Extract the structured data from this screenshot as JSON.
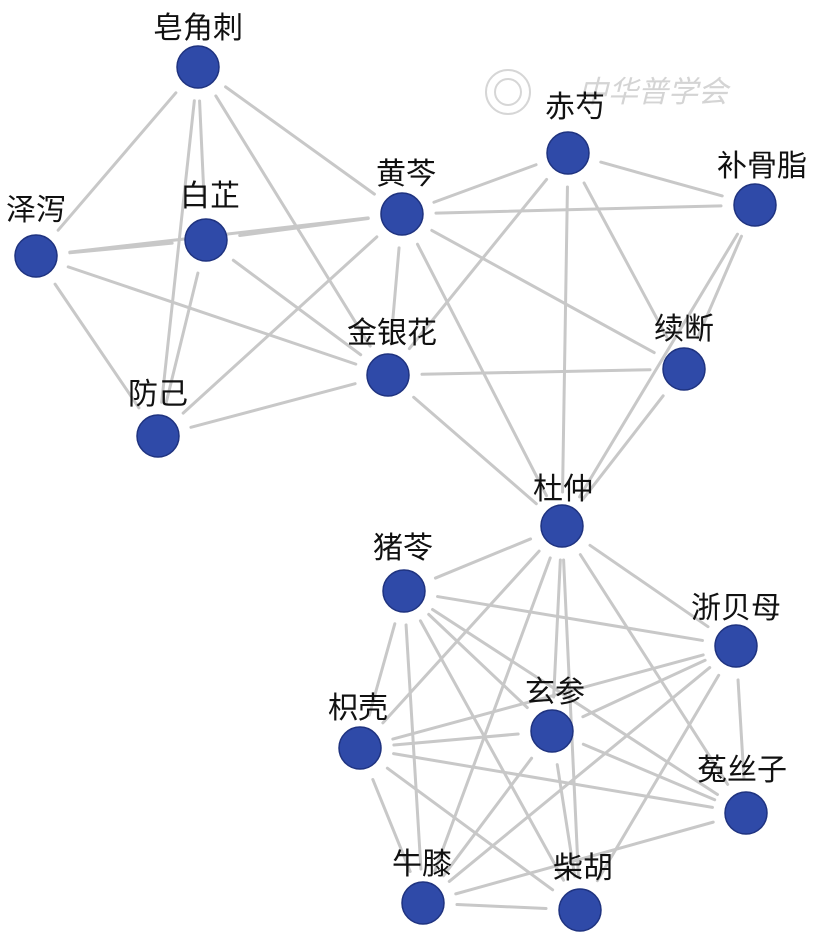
{
  "watermark": {
    "text": "中华普学会"
  },
  "nodes": [
    {
      "id": "zaojiaoci",
      "label": "皂角刺"
    },
    {
      "id": "zexie",
      "label": "泽泻"
    },
    {
      "id": "baizhi",
      "label": "白芷"
    },
    {
      "id": "huangqin",
      "label": "黄芩"
    },
    {
      "id": "chishao",
      "label": "赤芍"
    },
    {
      "id": "buguzhi",
      "label": "补骨脂"
    },
    {
      "id": "fangji",
      "label": "防己"
    },
    {
      "id": "jinyinhua",
      "label": "金银花"
    },
    {
      "id": "xuduan",
      "label": "续断"
    },
    {
      "id": "duzhong",
      "label": "杜仲"
    },
    {
      "id": "zhuling",
      "label": "猪苓"
    },
    {
      "id": "zhebeimu",
      "label": "浙贝母"
    },
    {
      "id": "zhiqiao",
      "label": "枳壳"
    },
    {
      "id": "xuanshen",
      "label": "玄参"
    },
    {
      "id": "tusizi",
      "label": "菟丝子"
    },
    {
      "id": "niuxi",
      "label": "牛膝"
    },
    {
      "id": "chaihu",
      "label": "柴胡"
    }
  ],
  "edges": [
    [
      "zaojiaoci",
      "zexie"
    ],
    [
      "zaojiaoci",
      "baizhi"
    ],
    [
      "zaojiaoci",
      "fangji"
    ],
    [
      "zaojiaoci",
      "huangqin"
    ],
    [
      "zaojiaoci",
      "jinyinhua"
    ],
    [
      "zexie",
      "baizhi"
    ],
    [
      "zexie",
      "huangqin"
    ],
    [
      "zexie",
      "fangji"
    ],
    [
      "zexie",
      "jinyinhua"
    ],
    [
      "baizhi",
      "huangqin"
    ],
    [
      "baizhi",
      "fangji"
    ],
    [
      "baizhi",
      "jinyinhua"
    ],
    [
      "fangji",
      "huangqin"
    ],
    [
      "fangji",
      "jinyinhua"
    ],
    [
      "huangqin",
      "chishao"
    ],
    [
      "huangqin",
      "buguzhi"
    ],
    [
      "huangqin",
      "jinyinhua"
    ],
    [
      "huangqin",
      "xuduan"
    ],
    [
      "huangqin",
      "duzhong"
    ],
    [
      "chishao",
      "buguzhi"
    ],
    [
      "chishao",
      "jinyinhua"
    ],
    [
      "chishao",
      "xuduan"
    ],
    [
      "chishao",
      "duzhong"
    ],
    [
      "buguzhi",
      "xuduan"
    ],
    [
      "buguzhi",
      "duzhong"
    ],
    [
      "jinyinhua",
      "xuduan"
    ],
    [
      "jinyinhua",
      "duzhong"
    ],
    [
      "xuduan",
      "duzhong"
    ],
    [
      "duzhong",
      "zhuling"
    ],
    [
      "duzhong",
      "zhebeimu"
    ],
    [
      "duzhong",
      "zhiqiao"
    ],
    [
      "duzhong",
      "xuanshen"
    ],
    [
      "duzhong",
      "tusizi"
    ],
    [
      "duzhong",
      "niuxi"
    ],
    [
      "duzhong",
      "chaihu"
    ],
    [
      "zhuling",
      "zhebeimu"
    ],
    [
      "zhuling",
      "zhiqiao"
    ],
    [
      "zhuling",
      "xuanshen"
    ],
    [
      "zhuling",
      "tusizi"
    ],
    [
      "zhuling",
      "niuxi"
    ],
    [
      "zhuling",
      "chaihu"
    ],
    [
      "zhebeimu",
      "zhiqiao"
    ],
    [
      "zhebeimu",
      "xuanshen"
    ],
    [
      "zhebeimu",
      "tusizi"
    ],
    [
      "zhebeimu",
      "niuxi"
    ],
    [
      "zhebeimu",
      "chaihu"
    ],
    [
      "zhiqiao",
      "xuanshen"
    ],
    [
      "zhiqiao",
      "tusizi"
    ],
    [
      "zhiqiao",
      "niuxi"
    ],
    [
      "zhiqiao",
      "chaihu"
    ],
    [
      "xuanshen",
      "tusizi"
    ],
    [
      "xuanshen",
      "niuxi"
    ],
    [
      "xuanshen",
      "chaihu"
    ],
    [
      "niuxi",
      "chaihu"
    ],
    [
      "niuxi",
      "tusizi"
    ]
  ]
}
